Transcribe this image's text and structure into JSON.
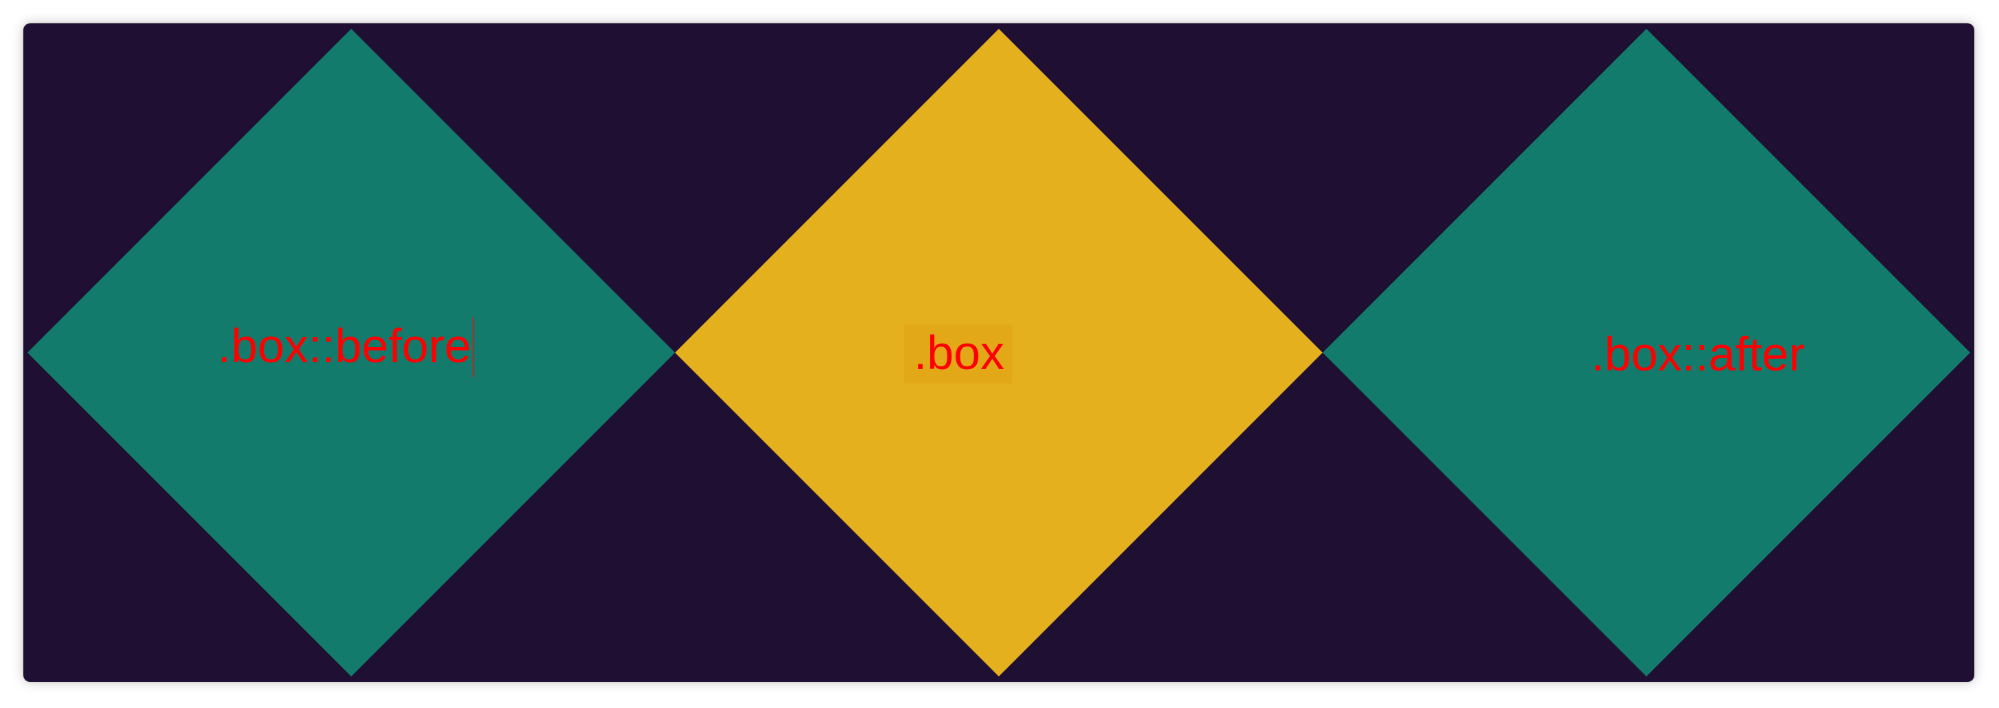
{
  "colors": {
    "background": "#1f0f33",
    "pseudo_diamond": "#127b6b",
    "box_diamond": "#e5b01e",
    "label_text": "#ff0000",
    "label_box_bg": "#e2a818",
    "caret": "#b32a2a"
  },
  "labels": {
    "before": ".box::before",
    "box": ".box",
    "after": ".box::after"
  }
}
